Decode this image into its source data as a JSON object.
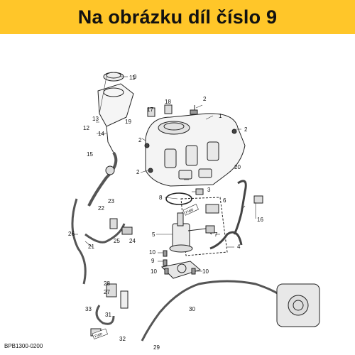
{
  "banner": {
    "title": "Na obrázku díl číslo 9",
    "background": "#ffc629"
  },
  "diagram": {
    "code": "BPB1300-0200",
    "part_labels": [
      {
        "id": "p1",
        "text": "1"
      },
      {
        "id": "p2a",
        "text": "2"
      },
      {
        "id": "p2b",
        "text": "2"
      },
      {
        "id": "p2c",
        "text": "2"
      },
      {
        "id": "p2d",
        "text": "2"
      },
      {
        "id": "p3",
        "text": "3"
      },
      {
        "id": "p4",
        "text": "4"
      },
      {
        "id": "p5",
        "text": "5"
      },
      {
        "id": "p6",
        "text": "6"
      },
      {
        "id": "p7",
        "text": "7"
      },
      {
        "id": "p8",
        "text": "8"
      },
      {
        "id": "p9",
        "text": "9"
      },
      {
        "id": "p10a",
        "text": "10"
      },
      {
        "id": "p10b",
        "text": "10"
      },
      {
        "id": "p10c",
        "text": "10"
      },
      {
        "id": "p11",
        "text": "11"
      },
      {
        "id": "p12",
        "text": "12"
      },
      {
        "id": "p13",
        "text": "13"
      },
      {
        "id": "p14",
        "text": "14"
      },
      {
        "id": "p15",
        "text": "15"
      },
      {
        "id": "p16",
        "text": "16"
      },
      {
        "id": "p17",
        "text": "17"
      },
      {
        "id": "p18",
        "text": "18"
      },
      {
        "id": "p19",
        "text": "19"
      },
      {
        "id": "p20",
        "text": "20"
      },
      {
        "id": "p21",
        "text": "21"
      },
      {
        "id": "p22",
        "text": "22"
      },
      {
        "id": "p23",
        "text": "23"
      },
      {
        "id": "p24",
        "text": "24"
      },
      {
        "id": "p25",
        "text": "25"
      },
      {
        "id": "p26",
        "text": "26"
      },
      {
        "id": "p27",
        "text": "27"
      },
      {
        "id": "p28",
        "text": "28"
      },
      {
        "id": "p29",
        "text": "29"
      },
      {
        "id": "p30",
        "text": "30"
      },
      {
        "id": "p31",
        "text": "31"
      },
      {
        "id": "p32",
        "text": "32"
      },
      {
        "id": "p33",
        "text": "33"
      }
    ],
    "fwd_marks": [
      {
        "id": "fwd-top",
        "text": "FWD"
      },
      {
        "id": "fwd-bottom",
        "text": "FWD"
      }
    ]
  }
}
